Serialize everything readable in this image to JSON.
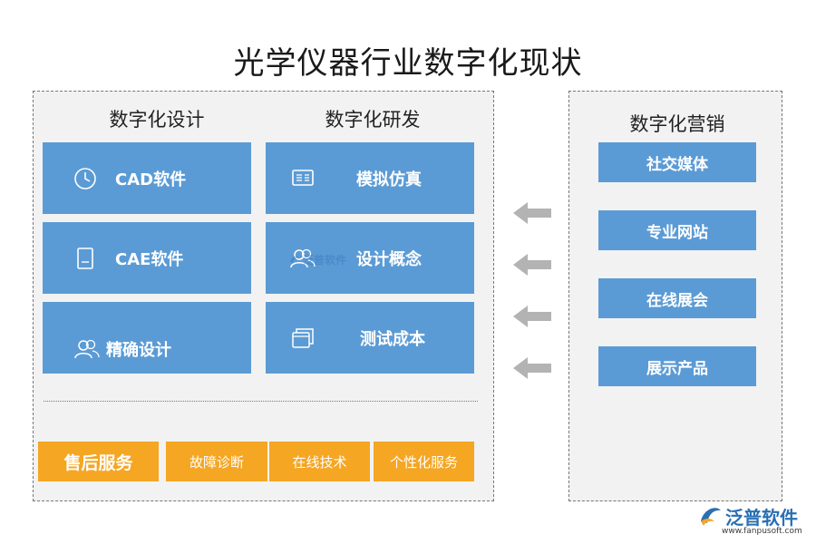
{
  "title": "光学仪器行业数字化现状",
  "left_panel": {
    "design": {
      "heading": "数字化设计",
      "items": [
        {
          "label": "CAD软件",
          "icon": "clock-icon"
        },
        {
          "label": "CAE软件",
          "icon": "document-icon"
        },
        {
          "label": "精确设计",
          "icon": "users-icon"
        }
      ]
    },
    "rnd": {
      "heading": "数字化研发",
      "items": [
        {
          "label": "模拟仿真",
          "icon": "monitor-icon"
        },
        {
          "label": "设计概念",
          "icon": "users-icon"
        },
        {
          "label": "测试成本",
          "icon": "windows-icon"
        }
      ]
    },
    "services": [
      "售后服务",
      "故障诊断",
      "在线技术",
      "个性化服务"
    ]
  },
  "right_panel": {
    "heading": "数字化营销",
    "items": [
      "社交媒体",
      "专业网站",
      "在线展会",
      "展示产品"
    ]
  },
  "watermark": {
    "text": "泛普软件"
  },
  "logo": {
    "name": "泛普软件",
    "url": "www.fanpusoft.com"
  },
  "colors": {
    "tile_blue": "#5b9bd5",
    "service_orange": "#f5a623",
    "panel_gray": "#f2f2f2",
    "arrow_gray": "#b3b3b3"
  }
}
